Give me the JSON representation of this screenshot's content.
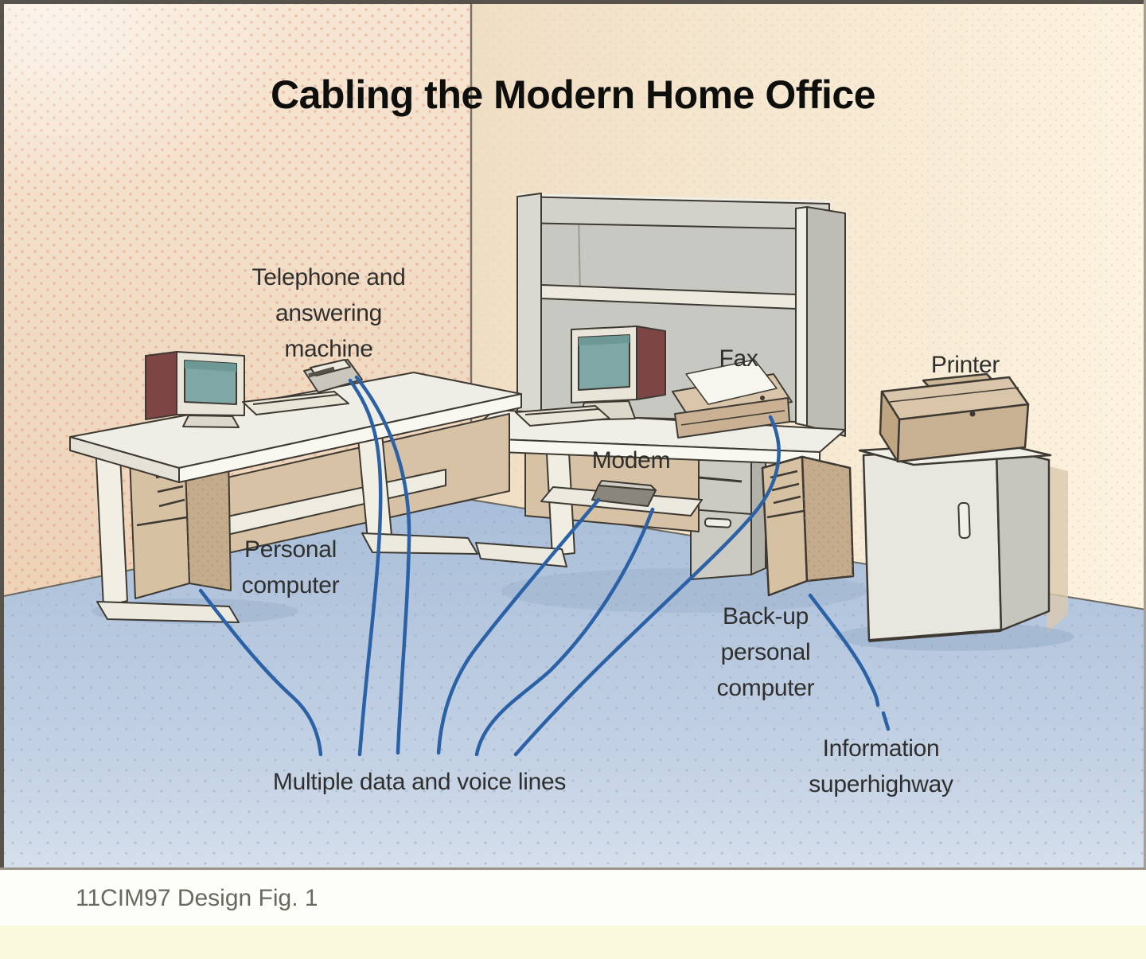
{
  "title": "Cabling the Modern Home Office",
  "caption": "11CIM97 Design Fig. 1",
  "labels": {
    "telephone": "Telephone and\nanswering\nmachine",
    "fax": "Fax",
    "printer": "Printer",
    "modem": "Modem",
    "personal_computer": "Personal\ncomputer",
    "backup_computer": "Back-up\npersonal\ncomputer",
    "information_superhighway": "Information\nsuperhighway",
    "multiple_lines": "Multiple data and voice lines"
  },
  "colors": {
    "wall_left": "#f2dcc5",
    "wall_right": "#f7ead3",
    "floor_blue": "#b7c9df",
    "cable_blue": "#2b61a6",
    "desk_tan": "#d7c2a5",
    "furniture_gray": "#c7c8c2",
    "monitor_screen_teal": "#7fa7a5",
    "monitor_side_maroon": "#7d4644",
    "label_text": "#2f2f2d",
    "caption_text": "#69695f",
    "footer_strip": "#f9f9dd"
  }
}
